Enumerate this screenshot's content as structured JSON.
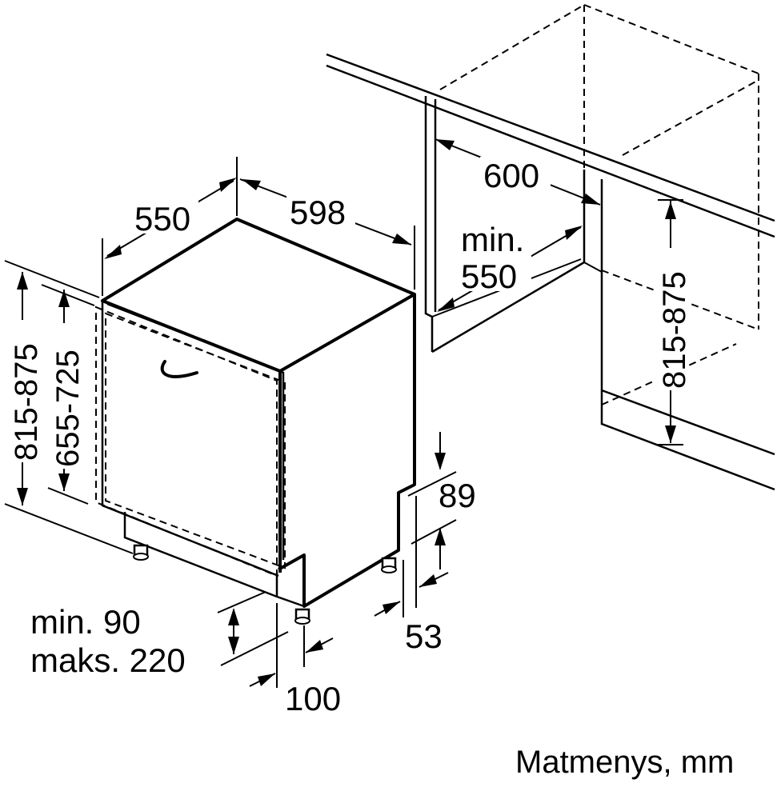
{
  "dimensions": {
    "depth": "550",
    "width": "598",
    "cabinet_width": "600",
    "cabinet_depth": "min.\n550",
    "cabinet_depth_line1": "min.",
    "cabinet_depth_line2": "550",
    "niche_height_right": "815-875",
    "niche_height_left": "815-875",
    "appliance_height": "655-725",
    "plinth_top": "89",
    "plinth_bottom": "53",
    "door_gap_line1": "min. 90",
    "door_gap_line2": "maks. 220",
    "foot_offset": "100"
  },
  "caption": "Matmenys, mm",
  "colors": {
    "line": "#000000",
    "background": "#ffffff"
  }
}
